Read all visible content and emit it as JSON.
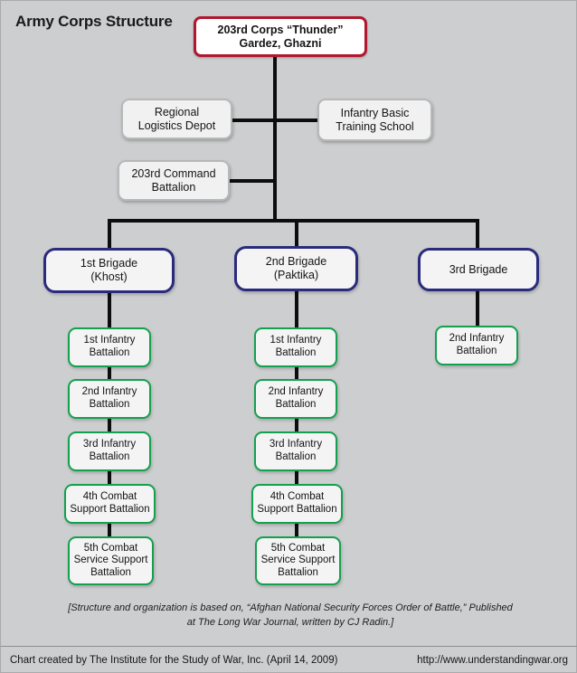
{
  "title": "Army Corps Structure",
  "colors": {
    "background": "#cdcecf",
    "root_border": "#b0182f",
    "staff_border": "#b7b8b9",
    "brigade_border": "#2b2b7e",
    "battalion_border": "#13a04f",
    "connector": "#0d0d0d"
  },
  "root": {
    "line1": "203rd Corps “Thunder”",
    "line2": "Gardez, Ghazni"
  },
  "staff": [
    {
      "line1": "Regional",
      "line2": "Logistics Depot"
    },
    {
      "line1": "Infantry Basic",
      "line2": "Training School"
    },
    {
      "line1": "203rd Command",
      "line2": "Battalion"
    }
  ],
  "brigades": [
    {
      "line1": "1st Brigade",
      "line2": "(Khost)",
      "battalions": [
        {
          "line1": "1st Infantry",
          "line2": "Battalion",
          "line3": ""
        },
        {
          "line1": "2nd Infantry",
          "line2": "Battalion",
          "line3": ""
        },
        {
          "line1": "3rd Infantry",
          "line2": "Battalion",
          "line3": ""
        },
        {
          "line1": "4th Combat",
          "line2": "Support Battalion",
          "line3": ""
        },
        {
          "line1": "5th Combat",
          "line2": "Service Support",
          "line3": "Battalion"
        }
      ]
    },
    {
      "line1": "2nd Brigade",
      "line2": "(Paktika)",
      "battalions": [
        {
          "line1": "1st Infantry",
          "line2": "Battalion",
          "line3": ""
        },
        {
          "line1": "2nd Infantry",
          "line2": "Battalion",
          "line3": ""
        },
        {
          "line1": "3rd Infantry",
          "line2": "Battalion",
          "line3": ""
        },
        {
          "line1": "4th Combat",
          "line2": "Support Battalion",
          "line3": ""
        },
        {
          "line1": "5th Combat",
          "line2": "Service Support",
          "line3": "Battalion"
        }
      ]
    },
    {
      "line1": "3rd Brigade",
      "line2": "",
      "battalions": [
        {
          "line1": "2nd Infantry",
          "line2": "Battalion",
          "line3": ""
        }
      ]
    }
  ],
  "footnote": {
    "line1": "[Structure and organization is based on, “Afghan National Security Forces Order",
    "line2": "of Battle,” Published at The Long War Journal, written by CJ Radin.]"
  },
  "credit": {
    "left": "Chart created by The Institute for the Study of War, Inc.  (April 14, 2009)",
    "right": "http://www.understandingwar.org"
  }
}
